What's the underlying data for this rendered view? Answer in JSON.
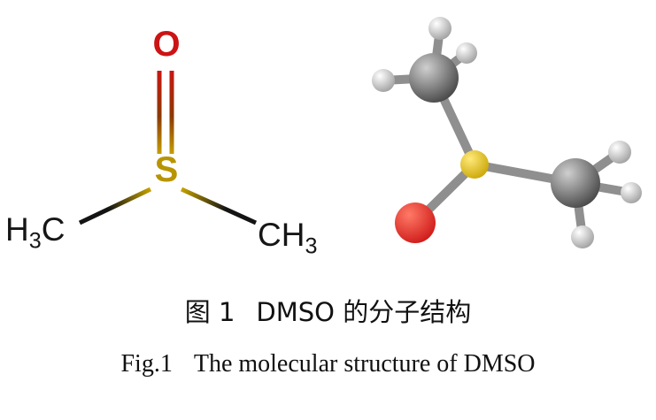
{
  "figure": {
    "number_cn": "图 1",
    "title_cn": "DMSO 的分子结构",
    "number_en": "Fig.1",
    "title_en": "The molecular structure of DMSO"
  },
  "structure_2d": {
    "oxygen_label": "O",
    "sulfur_label": "S",
    "left_methyl": {
      "element_h": "H",
      "subscript": "3",
      "element_c": "C"
    },
    "right_methyl": {
      "element_ch": "CH",
      "subscript": "3"
    }
  },
  "model_3d": {
    "atom_types": [
      "oxygen",
      "sulfur",
      "carbon",
      "hydrogen"
    ],
    "atom_counts": {
      "oxygen": 1,
      "sulfur": 1,
      "carbon": 2,
      "hydrogen": 6
    }
  },
  "colors": {
    "oxygen_red": "#cc1414",
    "sulfur_yellow": "#c8a300",
    "carbon_gray": "#3f3f3f",
    "hydrogen_gray": "#9a9a9a",
    "bond_stick_gray": "#8f8f8f",
    "bond_black": "#141414",
    "background": "#ffffff"
  }
}
